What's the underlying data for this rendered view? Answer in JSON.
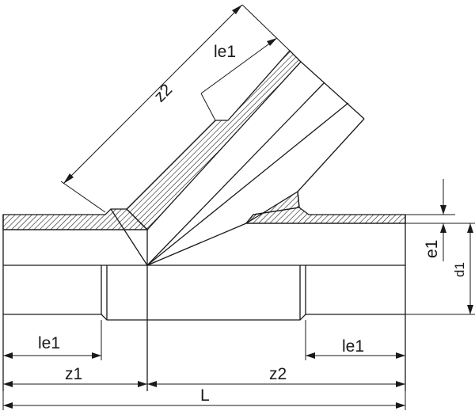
{
  "labels": {
    "le1_branch": "le1",
    "z2_branch": "z2",
    "le1_left": "le1",
    "le1_right": "le1",
    "z1": "z1",
    "z2_main": "z2",
    "L": "L",
    "e1": "e1",
    "d1": "d1"
  },
  "colors": {
    "line": "#1a1a1a",
    "background": "#ffffff"
  }
}
